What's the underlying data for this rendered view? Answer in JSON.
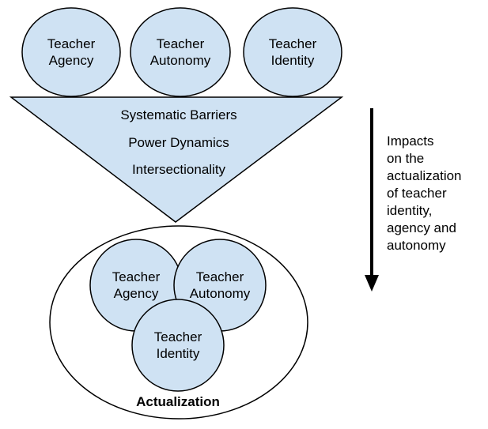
{
  "colors": {
    "fill": "#cfe2f3",
    "stroke": "#000000",
    "background": "#ffffff"
  },
  "top_circles": [
    {
      "lines": [
        "Teacher",
        "Agency"
      ]
    },
    {
      "lines": [
        "Teacher",
        "Autonomy"
      ]
    },
    {
      "lines": [
        "Teacher",
        "Identity"
      ]
    }
  ],
  "funnel_lines": [
    "Systematic Barriers",
    "Power Dynamics",
    "Intersectionality"
  ],
  "venn_circles": [
    {
      "lines": [
        "Teacher",
        "Agency"
      ]
    },
    {
      "lines": [
        "Teacher",
        "Autonomy"
      ]
    },
    {
      "lines": [
        "Teacher",
        "Identity"
      ]
    }
  ],
  "actualization_label": "Actualization",
  "side_note_lines": [
    "Impacts",
    "on the",
    "actualization",
    "of teacher",
    "identity,",
    "agency and",
    "autonomy"
  ]
}
